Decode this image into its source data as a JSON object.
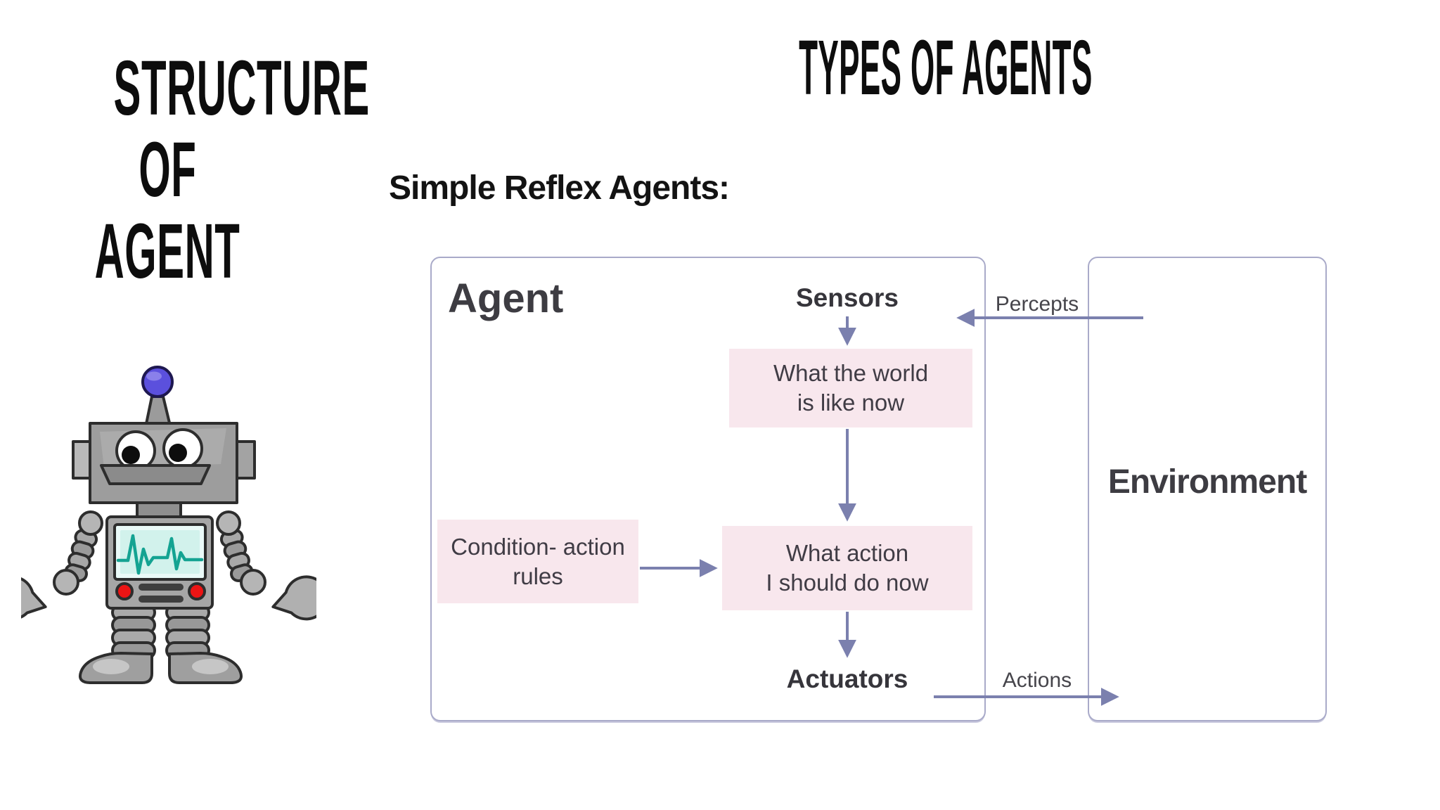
{
  "slide": {
    "left_title": {
      "lines": [
        "STRUCTURE",
        "OF",
        "AGENT"
      ]
    },
    "right_title": "TYPES OF AGENTS",
    "subtitle": "Simple Reflex Agents:",
    "icons": {
      "robot": "cartoon-robot-mascot"
    },
    "diagram": {
      "agent_label": "Agent",
      "environment_label": "Environment",
      "sensors_label": "Sensors",
      "actuators_label": "Actuators",
      "percepts_label": "Percepts",
      "actions_label": "Actions",
      "nodes": {
        "world": {
          "line1": "What the world",
          "line2": "is like now"
        },
        "rules": {
          "line1": "Condition- action",
          "line2": "rules"
        },
        "action": {
          "line1": "What action",
          "line2": "I should do now"
        }
      },
      "colors": {
        "node_fill": "#f8e7ed",
        "arrow": "#7b80ae",
        "frame_border": "#a9aac9",
        "diagram_text": "#3e3c44",
        "title_text": "#0d0d0d"
      }
    }
  }
}
